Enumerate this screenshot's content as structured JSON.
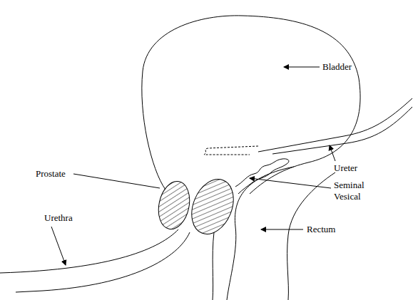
{
  "diagram": {
    "labels": [
      "Bladder",
      "Ureter",
      "Prostate",
      "Seminal Vesical",
      "Urethra",
      "Rectum"
    ]
  }
}
